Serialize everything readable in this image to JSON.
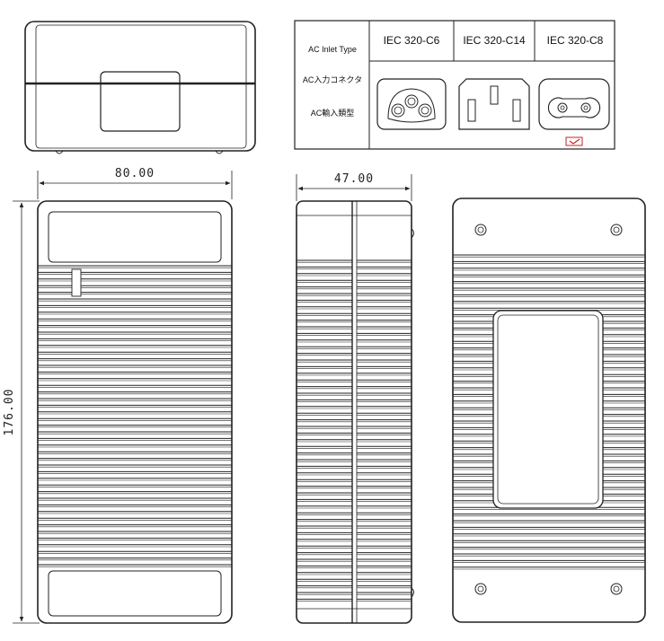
{
  "dimensions": {
    "width": "80.00",
    "depth": "47.00",
    "length": "176.00"
  },
  "inlet_table": {
    "row_labels": [
      "AC Inlet Type",
      "AC入力コネクタ",
      "AC輸入類型"
    ],
    "types": [
      "IEC 320-C6",
      "IEC 320-C14",
      "IEC 320-C8"
    ],
    "selected_index": 2
  },
  "colors": {
    "line": "#222222",
    "selected_mark": "#cc2222"
  }
}
